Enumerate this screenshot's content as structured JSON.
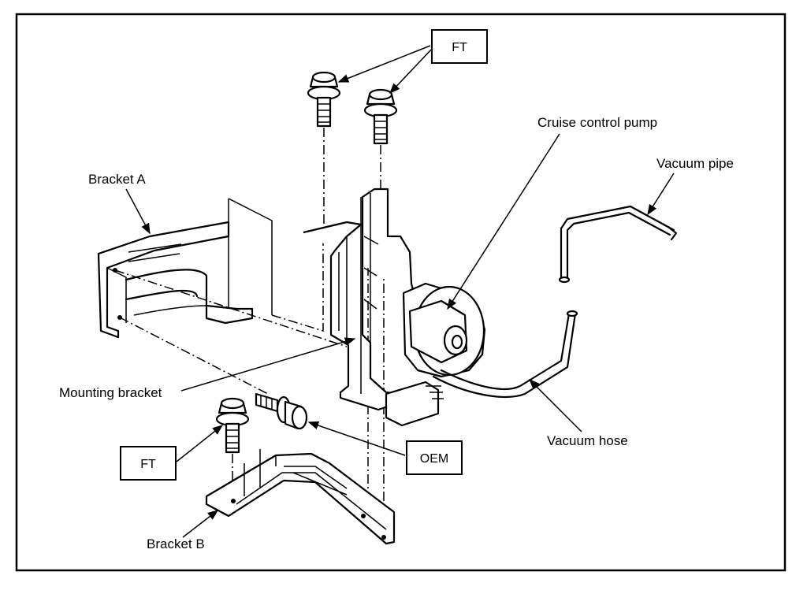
{
  "labels": {
    "ft_top": "FT",
    "ft_bottom": "FT",
    "oem": "OEM",
    "cruise_control_pump": "Cruise control pump",
    "vacuum_pipe": "Vacuum pipe",
    "bracket_a": "Bracket A",
    "mounting_bracket": "Mounting bracket",
    "vacuum_hose": "Vacuum hose",
    "bracket_b": "Bracket B"
  }
}
